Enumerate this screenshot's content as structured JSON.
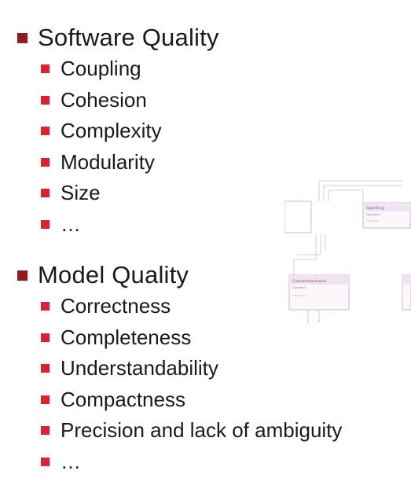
{
  "sections": [
    {
      "heading": "Software Quality",
      "items": [
        "Coupling",
        "Cohesion",
        "Complexity",
        "Modularity",
        "Size",
        "…"
      ]
    },
    {
      "heading": "Model Quality",
      "items": [
        "Correctness",
        "Completeness",
        "Understandability",
        "Compactness",
        "Precision and lack of ambiguity",
        "…"
      ]
    }
  ],
  "colors": {
    "bullet_level1": "#8e1a22",
    "bullet_level2": "#d9242f"
  },
  "diagram": {
    "nodes": [
      {
        "title": "Sighedfuigr",
        "subtitle": "Operation"
      },
      {
        "title": "Customerfunctionalis",
        "subtitle": "Operation"
      }
    ]
  }
}
